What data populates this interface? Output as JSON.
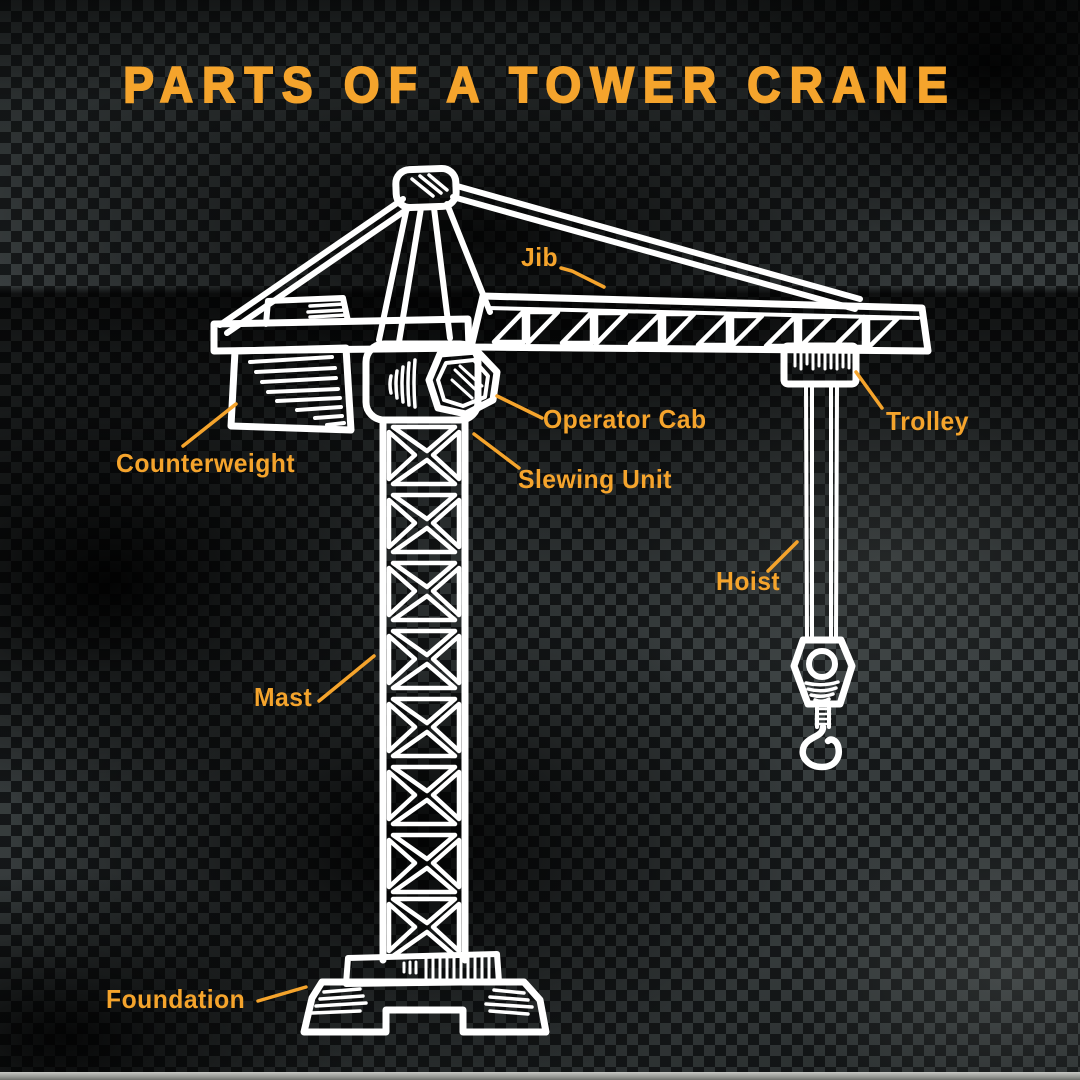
{
  "title": "PARTS OF A TOWER CRANE",
  "colors": {
    "accent": "#F5A42C",
    "drawing": "#FFFFFF",
    "background_dark": "#0B0D0E",
    "background_light": "#5A615F",
    "footer_strip": "#B9BAB6"
  },
  "diagram": {
    "subject": "tower-crane",
    "labels": [
      {
        "id": "jib",
        "text": "Jib"
      },
      {
        "id": "trolley",
        "text": "Trolley"
      },
      {
        "id": "operator-cab",
        "text": "Operator Cab"
      },
      {
        "id": "slewing-unit",
        "text": "Slewing Unit"
      },
      {
        "id": "counterweight",
        "text": "Counterweight"
      },
      {
        "id": "hoist",
        "text": "Hoist"
      },
      {
        "id": "mast",
        "text": "Mast"
      },
      {
        "id": "foundation",
        "text": "Foundation"
      }
    ]
  }
}
